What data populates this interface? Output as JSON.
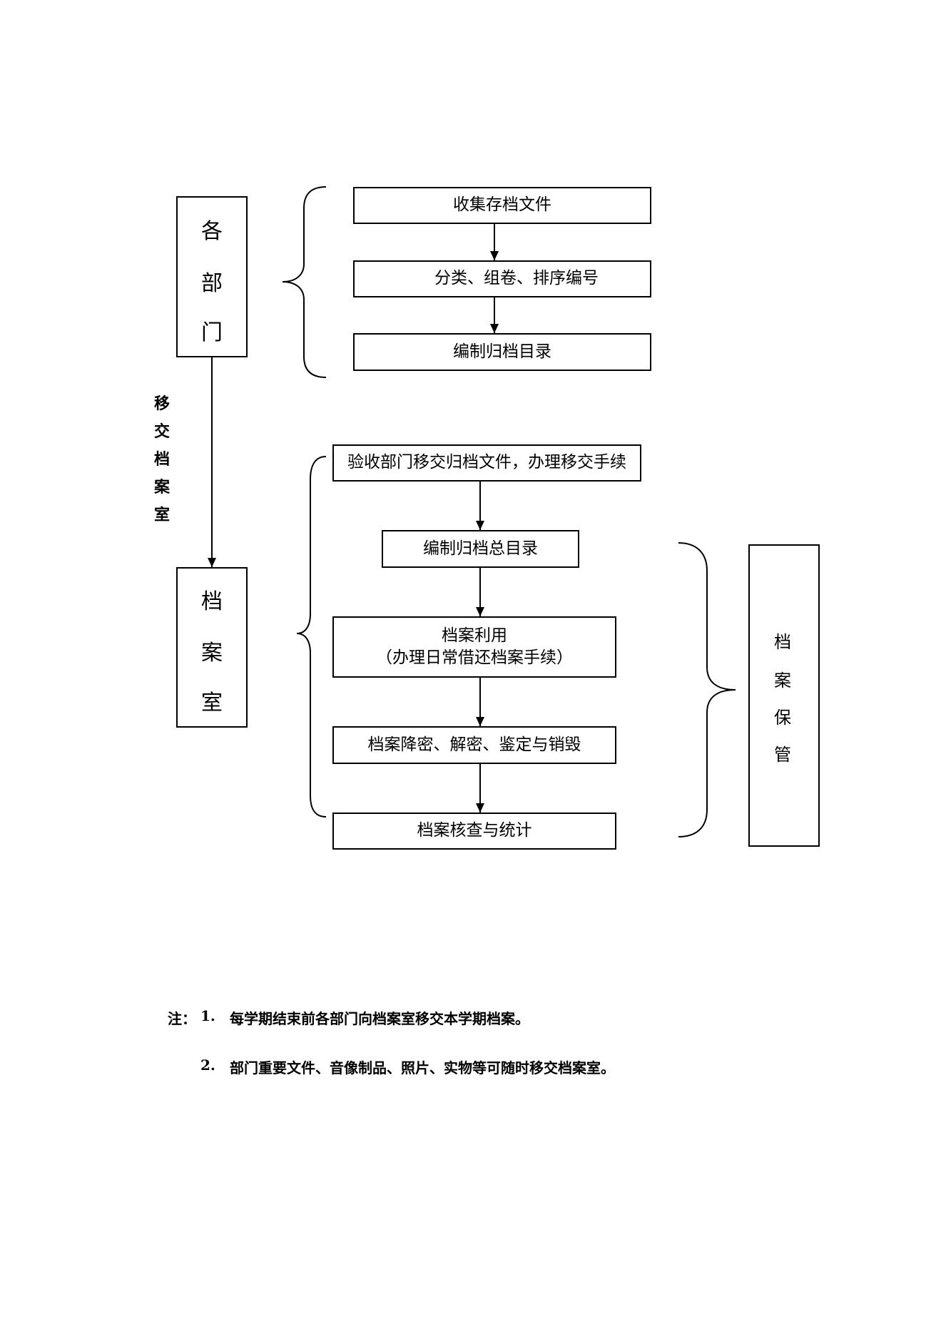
{
  "diagram": {
    "departments_box": {
      "chars": [
        "各",
        "部",
        "门"
      ]
    },
    "archive_room_box": {
      "chars": [
        "档",
        "案",
        "室"
      ]
    },
    "transfer_label": {
      "chars": [
        "移",
        "交",
        "档",
        "案",
        "室"
      ]
    },
    "storage_box": {
      "chars": [
        "档",
        "案",
        "保",
        "管"
      ]
    },
    "department_steps": [
      {
        "label": "收集存档文件"
      },
      {
        "label": "分类、组卷、排序编号"
      },
      {
        "label": "编制归档目录"
      }
    ],
    "archive_steps": [
      {
        "label": "验收部门移交归档文件，办理移交手续"
      },
      {
        "label": "编制归档总目录"
      },
      {
        "label": "档案利用",
        "sublabel": "（办理日常借还档案手续）"
      },
      {
        "label": "档案降密、解密、鉴定与销毁"
      },
      {
        "label": "档案核查与统计"
      }
    ]
  },
  "notes": {
    "prefix": "注：",
    "items": [
      {
        "number": "1.",
        "text": "每学期结束前各部门向档案室移交本学期档案。"
      },
      {
        "number": "2.",
        "text": "部门重要文件、音像制品、照片、实物等可随时移交档案室。"
      }
    ]
  }
}
